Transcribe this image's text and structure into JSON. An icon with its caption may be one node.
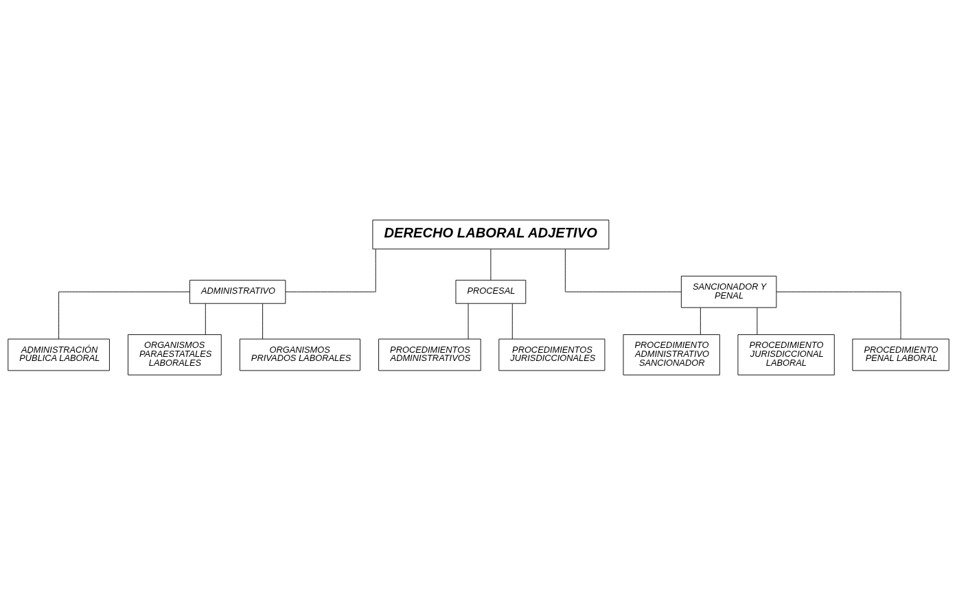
{
  "diagram": {
    "nodes": [
      {
        "text": [
          "DERECHO LABORAL ADJETIVO"
        ]
      },
      {
        "text": [
          "ADMINISTRATIVO"
        ]
      },
      {
        "text": [
          "PROCESAL"
        ]
      },
      {
        "text": [
          "SANCIONADOR Y PENAL"
        ]
      },
      {
        "text": [
          "ADMINISTRACIÓN PÚBLICA LABORAL"
        ]
      },
      {
        "text": [
          "ORGANISMOS PARAESTATALES LABORALES"
        ]
      },
      {
        "text": [
          "ORGANISMOS PRIVADOS LABORALES"
        ]
      },
      {
        "text": [
          "PROCEDIMIENTOS ADMINISTRATIVOS"
        ]
      },
      {
        "text": [
          "PROCEDIMIENTOS JURISDICCIONALES"
        ]
      },
      {
        "text": [
          "PROCEDIMIENTO ADMINISTRATIVO SANCIONADOR"
        ]
      },
      {
        "text": [
          "PROCEDIMIENTO JURISDICCIONAL LABORAL"
        ]
      },
      {
        "text": [
          "PROCEDIMIENTO PENAL LABORAL"
        ]
      }
    ],
    "edges": [
      {
        "from": 0,
        "to": 1,
        "arrow": "none"
      },
      {
        "from": 0,
        "to": 2,
        "arrow": "none"
      },
      {
        "from": 0,
        "to": 3,
        "arrow": "none"
      },
      {
        "from": 1,
        "to": 4,
        "arrow": "none"
      },
      {
        "from": 1,
        "to": 5,
        "arrow": "none"
      },
      {
        "from": 1,
        "to": 6,
        "arrow": "none"
      },
      {
        "from": 2,
        "to": 7,
        "arrow": "none"
      },
      {
        "from": 2,
        "to": 8,
        "arrow": "none"
      },
      {
        "from": 3,
        "to": 9,
        "arrow": "none"
      },
      {
        "from": 3,
        "to": 10,
        "arrow": "none"
      },
      {
        "from": 3,
        "to": 11,
        "arrow": "none"
      }
    ]
  }
}
